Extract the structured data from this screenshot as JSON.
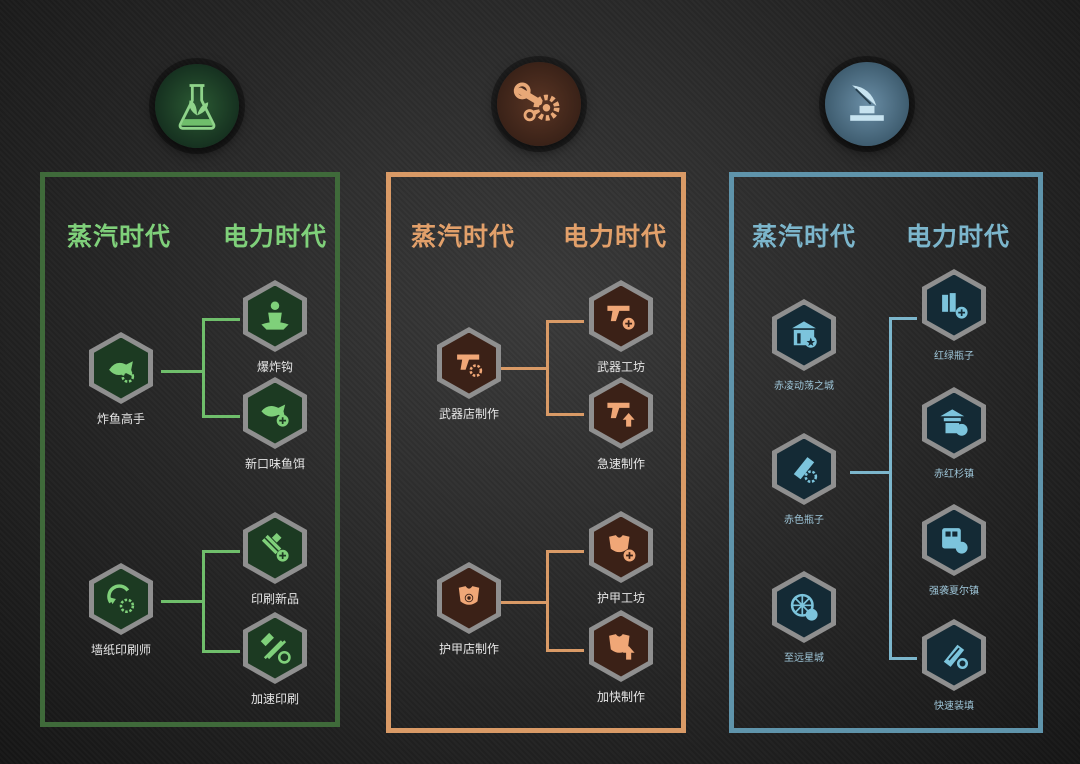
{
  "colors": {
    "green": "#6fbe6b",
    "orange": "#e2a06a",
    "blue": "#7cb6cc",
    "green_dark": "#1d3b24",
    "orange_dark": "#3c2418",
    "blue_dark": "#16303c"
  },
  "columns": [
    {
      "theme": "green",
      "emblem_icon": "flask-leaf-icon",
      "era_left": "蒸汽时代",
      "era_right": "电力时代",
      "groups": [
        {
          "root": {
            "label": "炸鱼高手",
            "icon": "fish-gear-icon"
          },
          "children": [
            {
              "label": "爆炸钩",
              "icon": "fisherman-icon"
            },
            {
              "label": "新口味鱼饵",
              "icon": "fish-plus-icon"
            }
          ]
        },
        {
          "root": {
            "label": "墙纸印刷师",
            "icon": "paint-gear-icon"
          },
          "children": [
            {
              "label": "印刷新品",
              "icon": "tools-plus-icon"
            },
            {
              "label": "加速印刷",
              "icon": "hammer-wrench-icon"
            }
          ]
        }
      ]
    },
    {
      "theme": "orange",
      "emblem_icon": "wrench-gear-icon",
      "era_left": "蒸汽时代",
      "era_right": "电力时代",
      "groups": [
        {
          "root": {
            "label": "武器店制作",
            "icon": "gun-gear-icon"
          },
          "children": [
            {
              "label": "武器工坊",
              "icon": "gun-plus-icon"
            },
            {
              "label": "急速制作",
              "icon": "gun-arrow-icon"
            }
          ]
        },
        {
          "root": {
            "label": "护甲店制作",
            "icon": "armor-gear-icon"
          },
          "children": [
            {
              "label": "护甲工坊",
              "icon": "armor-plus-icon"
            },
            {
              "label": "加快制作",
              "icon": "armor-arrow-icon"
            }
          ]
        }
      ]
    },
    {
      "theme": "blue",
      "emblem_icon": "satellite-dish-icon",
      "era_left": "蒸汽时代",
      "era_right": "电力时代",
      "roots": [
        {
          "label": "赤凌动荡之城",
          "icon": "building-star-icon"
        },
        {
          "label": "赤色瓶子",
          "icon": "bottle-gear-icon"
        },
        {
          "label": "至远星城",
          "icon": "wheel-star-icon"
        }
      ],
      "children": [
        {
          "label": "红绿瓶子",
          "icon": "bottles-plus-icon"
        },
        {
          "label": "赤红杉镇",
          "icon": "pagoda-star-icon"
        },
        {
          "label": "强袭夏尔镇",
          "icon": "tram-star-icon"
        },
        {
          "label": "快速装填",
          "icon": "bullet-gear-icon"
        }
      ]
    }
  ]
}
